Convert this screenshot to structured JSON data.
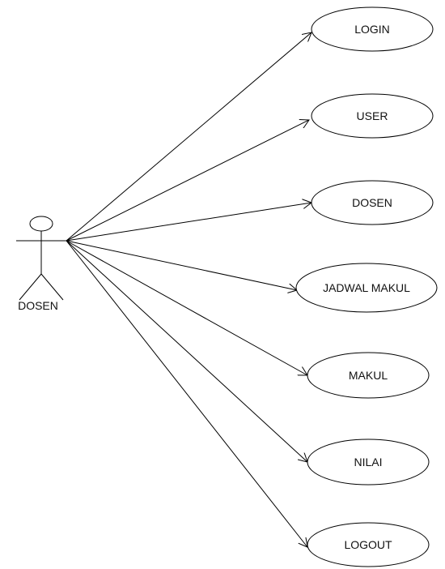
{
  "actor": {
    "label": "DOSEN",
    "icon": "stick-figure-icon"
  },
  "use_cases": [
    {
      "id": "login",
      "label": "LOGIN"
    },
    {
      "id": "user",
      "label": "USER"
    },
    {
      "id": "dosen",
      "label": "DOSEN"
    },
    {
      "id": "jadwal-makul",
      "label": "JADWAL MAKUL"
    },
    {
      "id": "makul",
      "label": "MAKUL"
    },
    {
      "id": "nilai",
      "label": "NILAI"
    },
    {
      "id": "logout",
      "label": "LOGOUT"
    }
  ],
  "colors": {
    "stroke": "#000000",
    "text": "#111111",
    "background": "#ffffff"
  }
}
